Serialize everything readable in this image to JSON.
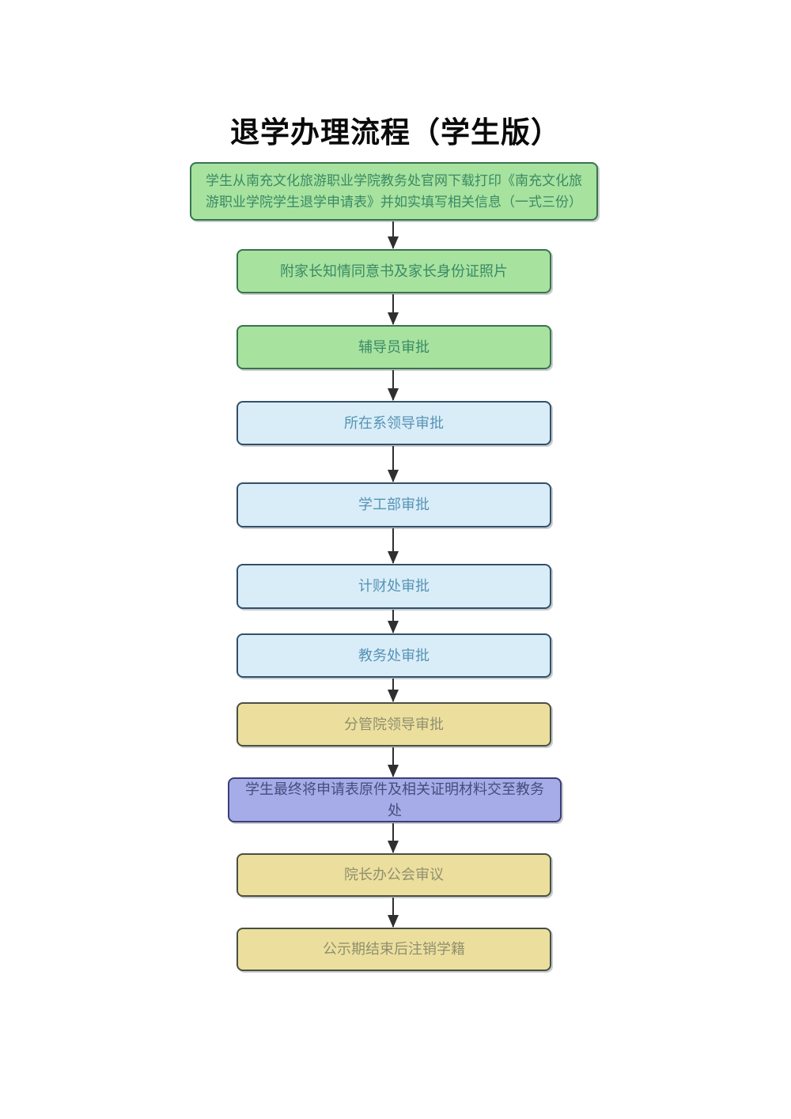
{
  "title": "退学办理流程（学生版）",
  "flowchart": {
    "nodes": [
      {
        "id": 1,
        "type": "green",
        "label": "学生从南充文化旅游职业学院教务处官网下载打印《南充文化旅游职业学院学生退学申请表》并如实填写相关信息（一式三份）"
      },
      {
        "id": 2,
        "type": "green",
        "label": "附家长知情同意书及家长身份证照片"
      },
      {
        "id": 3,
        "type": "green",
        "label": "辅导员审批"
      },
      {
        "id": 4,
        "type": "blue",
        "label": "所在系领导审批"
      },
      {
        "id": 5,
        "type": "blue",
        "label": "学工部审批"
      },
      {
        "id": 6,
        "type": "blue",
        "label": "计财处审批"
      },
      {
        "id": 7,
        "type": "blue",
        "label": "教务处审批"
      },
      {
        "id": 8,
        "type": "yellow",
        "label": "分管院领导审批"
      },
      {
        "id": 9,
        "type": "purple",
        "label": "学生最终将申请表原件及相关证明材料交至教务处"
      },
      {
        "id": 10,
        "type": "yellow",
        "label": "院长办公会审议"
      },
      {
        "id": 11,
        "type": "yellow",
        "label": "公示期结束后注销学籍"
      }
    ],
    "edges": [
      {
        "from": 1,
        "to": 2
      },
      {
        "from": 2,
        "to": 3
      },
      {
        "from": 3,
        "to": 4
      },
      {
        "from": 4,
        "to": 5
      },
      {
        "from": 5,
        "to": 6
      },
      {
        "from": 6,
        "to": 7
      },
      {
        "from": 7,
        "to": 8
      },
      {
        "from": 8,
        "to": 9
      },
      {
        "from": 9,
        "to": 10
      },
      {
        "from": 10,
        "to": 11
      }
    ]
  },
  "theme": {
    "green_fill": "#a7e29f",
    "green_border": "#38744e",
    "green_text": "#3a8a64",
    "blue_fill": "#d9edf8",
    "blue_border": "#33506a",
    "blue_text": "#5693b5",
    "yellow_fill": "#ecdf9e",
    "yellow_border": "#485043",
    "yellow_text": "#8f8f6e",
    "purple_fill": "#a6ace8",
    "purple_border": "#3b3f77",
    "purple_text": "#434e7d",
    "arrow": "#2f2f2f",
    "title_text": "#0a0a0a",
    "page_background": "#ffffff"
  }
}
